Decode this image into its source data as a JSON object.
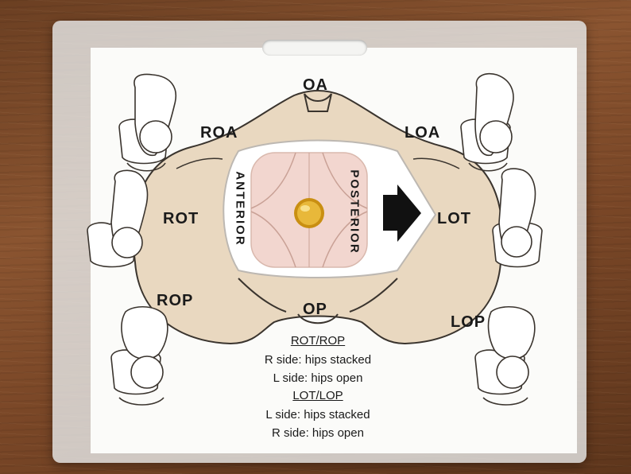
{
  "positions": {
    "oa": "OA",
    "roa": "ROA",
    "loa": "LOA",
    "rot": "ROT",
    "lot": "LOT",
    "rop": "ROP",
    "op": "OP",
    "lop": "LOP"
  },
  "wheel": {
    "anterior": "ANTERIOR",
    "posterior": "POSTERIOR",
    "arrow_icon": "arrow-right-icon"
  },
  "notes": {
    "rot_rop_heading": "ROT/ROP",
    "rot_rop_line1": "R side: hips stacked",
    "rot_rop_line2": "L side: hips open",
    "lot_lop_heading": "LOT/LOP",
    "lot_lop_line1": "L side: hips stacked",
    "lot_lop_line2": "R side: hips open"
  },
  "colors": {
    "pelvis": "#e9d8c0",
    "pelvis_outline": "#3a342e",
    "wheel": "#f2d6cf",
    "pin": "#d9a520",
    "arrow": "#111111"
  }
}
